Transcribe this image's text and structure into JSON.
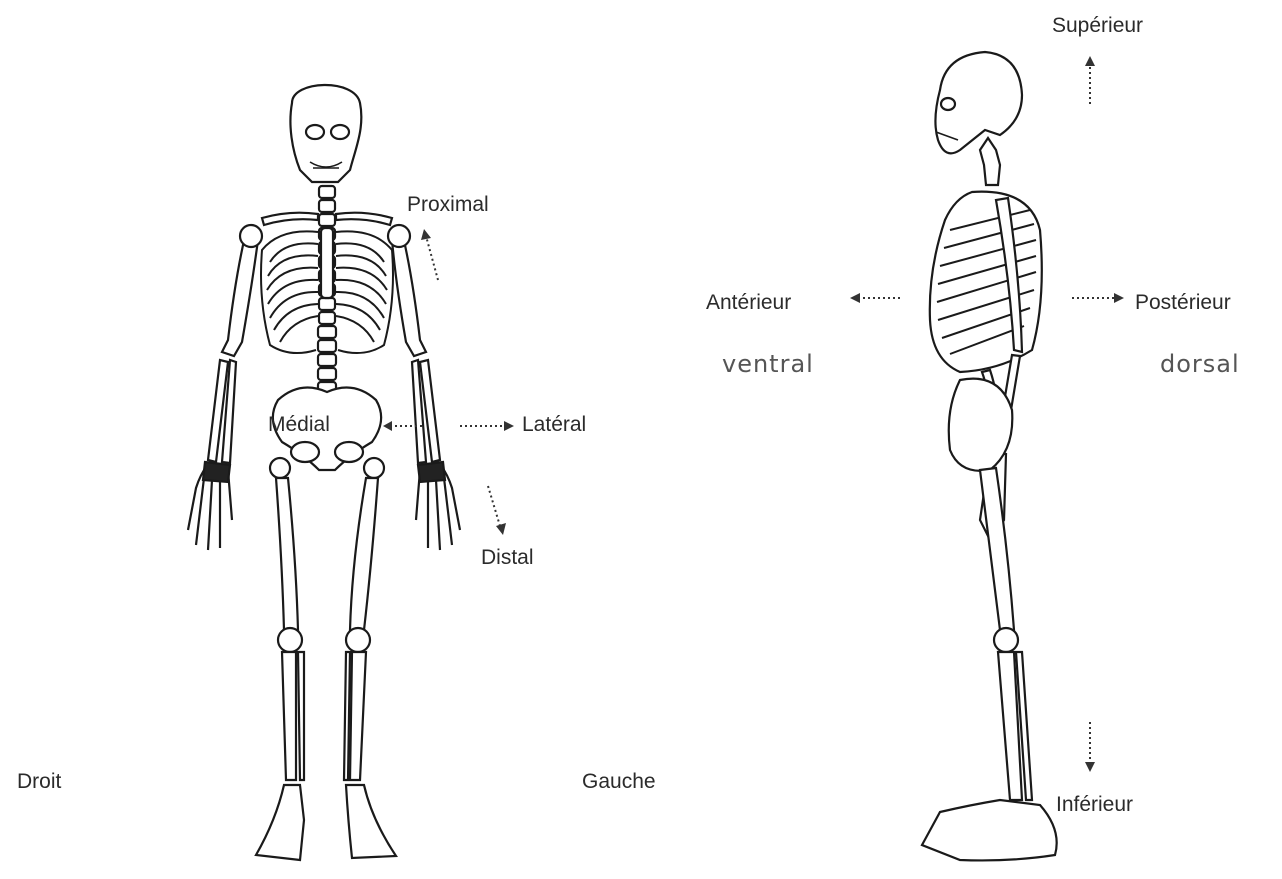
{
  "labels": {
    "proximal": "Proximal",
    "medial": "Médial",
    "lateral": "Latéral",
    "distal": "Distal",
    "droit": "Droit",
    "gauche": "Gauche",
    "superieur": "Supérieur",
    "anterieur": "Antérieur",
    "posterieur": "Postérieur",
    "ventral": "ventral",
    "dorsal": "dorsal",
    "inferieur": "Inférieur"
  }
}
